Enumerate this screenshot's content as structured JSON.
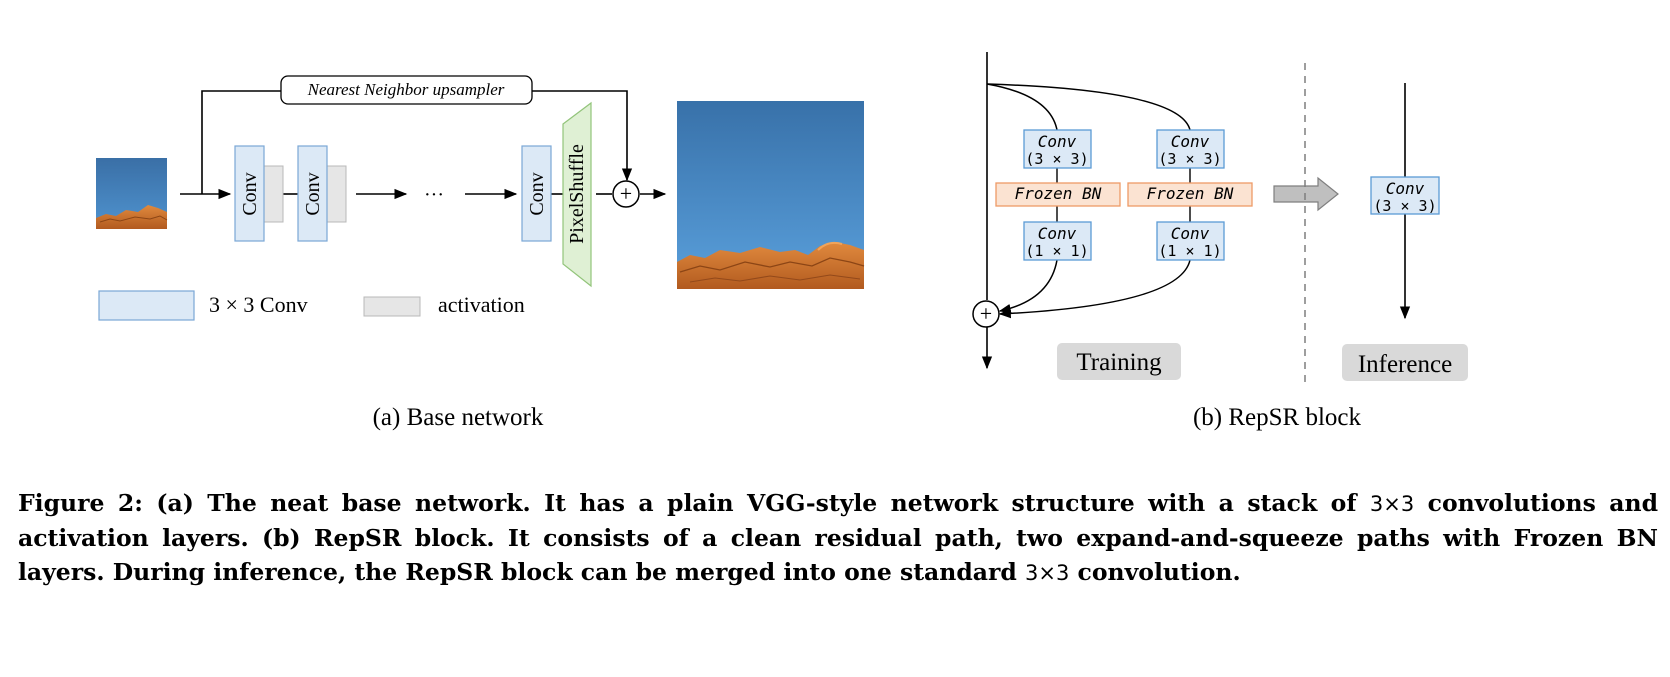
{
  "panel_a": {
    "upsampler_label": "Nearest Neighbor upsampler",
    "conv_label": "Conv",
    "ellipsis": "···",
    "pixelshuffle_label": "PixelShuffle",
    "add_symbol": "+",
    "legend": {
      "conv_label": "3 × 3  Conv",
      "activation_label": "activation"
    },
    "caption": "(a) Base network"
  },
  "panel_b": {
    "conv3": {
      "name": "Conv",
      "size": "(3 × 3)"
    },
    "conv1": {
      "name": "Conv",
      "size": "(1 × 1)"
    },
    "frozen_bn": "Frozen BN",
    "add_symbol": "+",
    "training_label": "Training",
    "inference_label": "Inference",
    "caption": "(b) RepSR block"
  },
  "colors": {
    "conv_fill": "#dce9f6",
    "conv_stroke": "#7aa7d6",
    "activation_fill": "#e6e6e6",
    "bn_fill": "#fbe3d2",
    "bn_stroke": "#ee9a66",
    "pixelshuffle_fill": "#dff0d4",
    "pixelshuffle_stroke": "#92c47a",
    "label_bg": "#d9d9d9",
    "arrow_gray": "#bfbfbf"
  },
  "caption": {
    "part1": "Figure 2: (a) The neat base network. It has a plain VGG-style network structure with a stack of ",
    "size1": "3×3",
    "part2": " convolutions and activation layers. (b) RepSR block. It consists of a clean residual path, two expand-and-squeeze paths with Frozen BN layers. During inference, the RepSR block can be merged into one standard ",
    "size2": "3×3",
    "part3": " convolution."
  }
}
